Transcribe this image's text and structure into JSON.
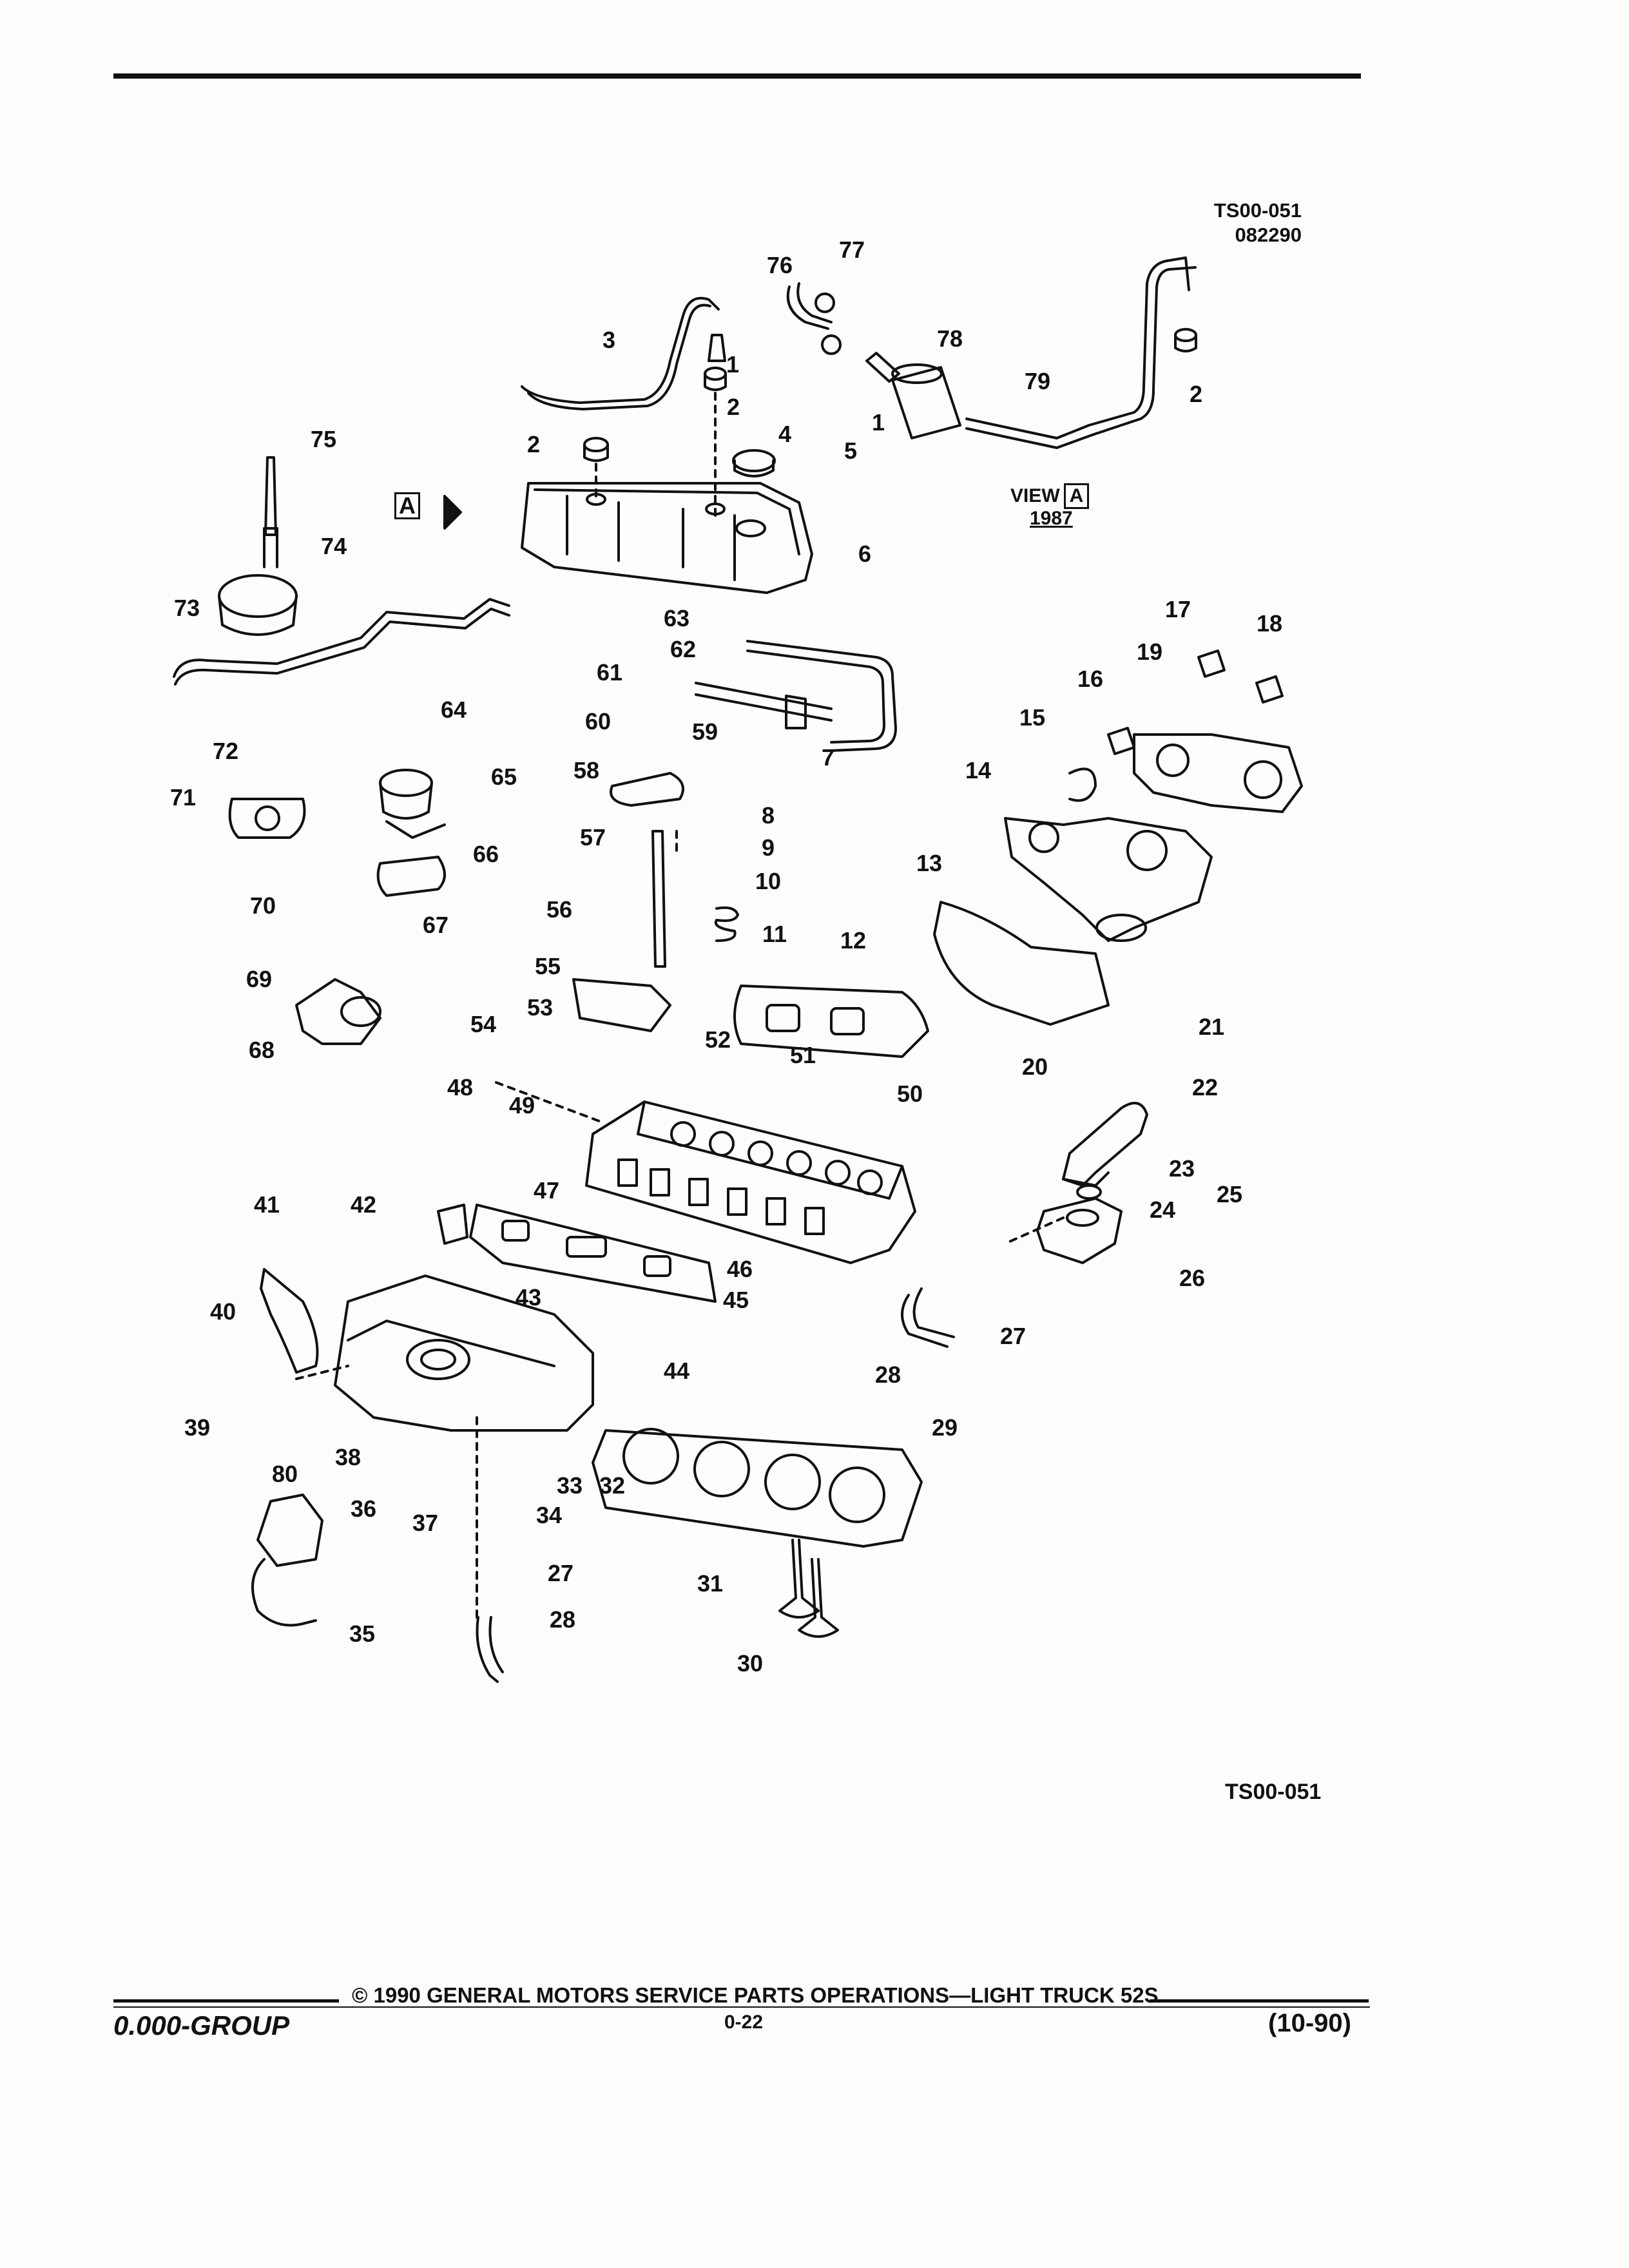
{
  "header": {
    "ref_code": "TS00-051",
    "ref_date": "082290"
  },
  "view": {
    "label": "VIEW",
    "letter": "A",
    "year": "1987"
  },
  "view_arrow_letter": "A",
  "bottom_ref": "TS00-051",
  "footer": {
    "copyright": "© 1990 GENERAL MOTORS SERVICE PARTS OPERATIONS—LIGHT TRUCK 52S",
    "group": "0.000-GROUP",
    "page": "0-22",
    "date": "(10-90)"
  },
  "part_numbers": [
    "1",
    "1",
    "2",
    "2",
    "2",
    "3",
    "4",
    "5",
    "6",
    "7",
    "8",
    "9",
    "10",
    "11",
    "12",
    "13",
    "14",
    "15",
    "16",
    "17",
    "18",
    "19",
    "20",
    "21",
    "22",
    "23",
    "24",
    "25",
    "26",
    "27",
    "27",
    "28",
    "28",
    "29",
    "30",
    "31",
    "32",
    "33",
    "34",
    "35",
    "36",
    "37",
    "38",
    "39",
    "40",
    "41",
    "42",
    "43",
    "44",
    "45",
    "46",
    "47",
    "48",
    "49",
    "50",
    "51",
    "52",
    "53",
    "54",
    "55",
    "56",
    "57",
    "58",
    "59",
    "60",
    "61",
    "62",
    "63",
    "64",
    "65",
    "66",
    "67",
    "68",
    "69",
    "70",
    "71",
    "72",
    "73",
    "74",
    "75",
    "76",
    "77",
    "78",
    "79",
    "80"
  ],
  "colors": {
    "ink": "#111111",
    "paper": "#fdfdfb"
  }
}
